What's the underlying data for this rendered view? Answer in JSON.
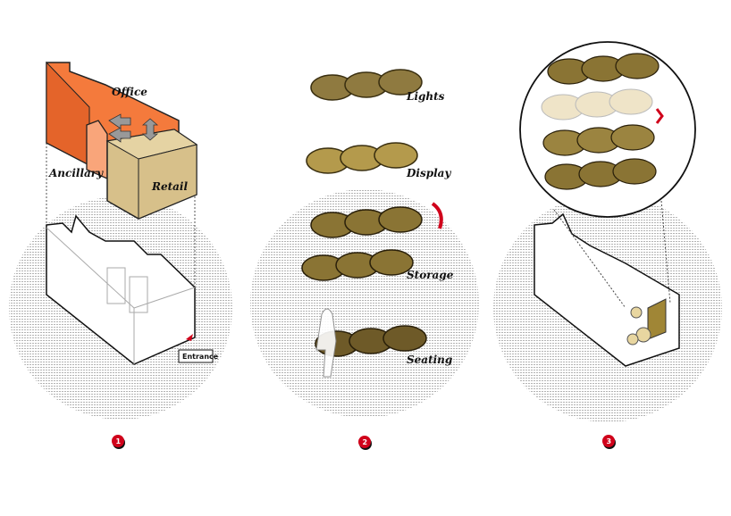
{
  "panel1": {
    "labels": {
      "office": "Office",
      "ancillary": "Ancillary",
      "retail": "Retail",
      "entrance": "Entrance"
    },
    "step": "1"
  },
  "panel2": {
    "labels": {
      "lights": "Lights",
      "display": "Display",
      "storage": "Storage",
      "seating": "Seating"
    },
    "step": "2"
  },
  "panel3": {
    "step": "3"
  },
  "colors": {
    "office": "#f47a3c",
    "ancillary": "#f9a57a",
    "retail": "#d7c08a",
    "pod": "#8a7434",
    "marker": "#d0021b"
  }
}
